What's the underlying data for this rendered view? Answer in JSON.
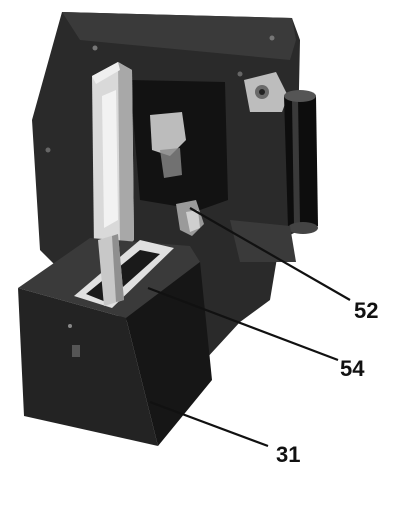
{
  "figure": {
    "colors": {
      "background": "#ffffff",
      "housing": "#2a2a2a",
      "housing_dark": "#161616",
      "housing_light": "#4a4a4a",
      "highlight": "#e9e9e9",
      "roller": "#0d0d0d",
      "leader": "#111111"
    },
    "callouts": [
      {
        "id": "52",
        "label": "52"
      },
      {
        "id": "54",
        "label": "54"
      },
      {
        "id": "31",
        "label": "31"
      }
    ]
  }
}
